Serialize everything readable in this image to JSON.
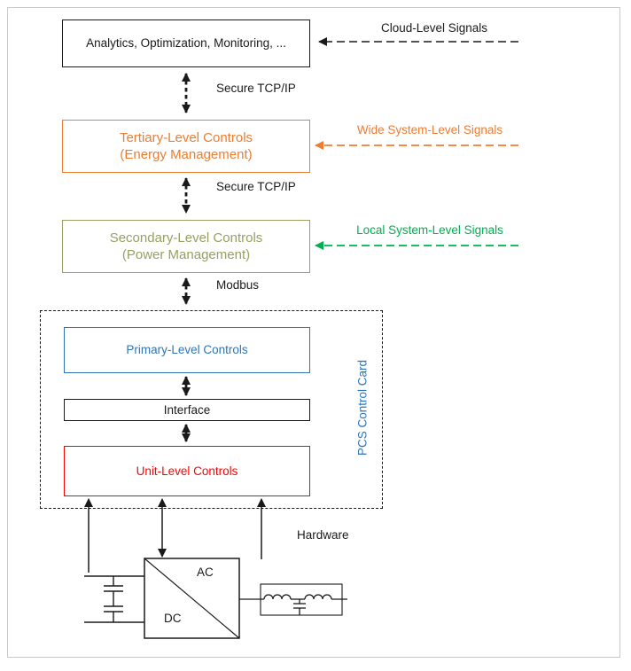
{
  "nodes": {
    "analytics": {
      "label": "Analytics, Optimization, Monitoring, ..."
    },
    "tertiary": {
      "line1": "Tertiary-Level Controls",
      "line2": "(Energy Management)",
      "color": "#ED7D31"
    },
    "secondary": {
      "line1": "Secondary-Level Controls",
      "line2": "(Power Management)",
      "color": "#94A163"
    },
    "primary": {
      "label": "Primary-Level Controls",
      "color": "#2E75B6"
    },
    "interface": {
      "label": "Interface"
    },
    "unit": {
      "label": "Unit-Level Controls",
      "color": "#FF0000"
    }
  },
  "signals": {
    "cloud": {
      "label": "Cloud-Level Signals",
      "color": "#1a1a1a"
    },
    "wide": {
      "label": "Wide System-Level Signals",
      "color": "#ED7D31"
    },
    "local": {
      "label": "Local System-Level Signals",
      "color": "#00B050"
    }
  },
  "links": {
    "secure_tcpip_top": "Secure TCP/IP",
    "secure_tcpip_mid": "Secure TCP/IP",
    "modbus": "Modbus"
  },
  "container": {
    "label": "PCS Control Card",
    "color": "#2E75B6"
  },
  "hardware": {
    "label": "Hardware",
    "ac": "AC",
    "dc": "DC"
  }
}
